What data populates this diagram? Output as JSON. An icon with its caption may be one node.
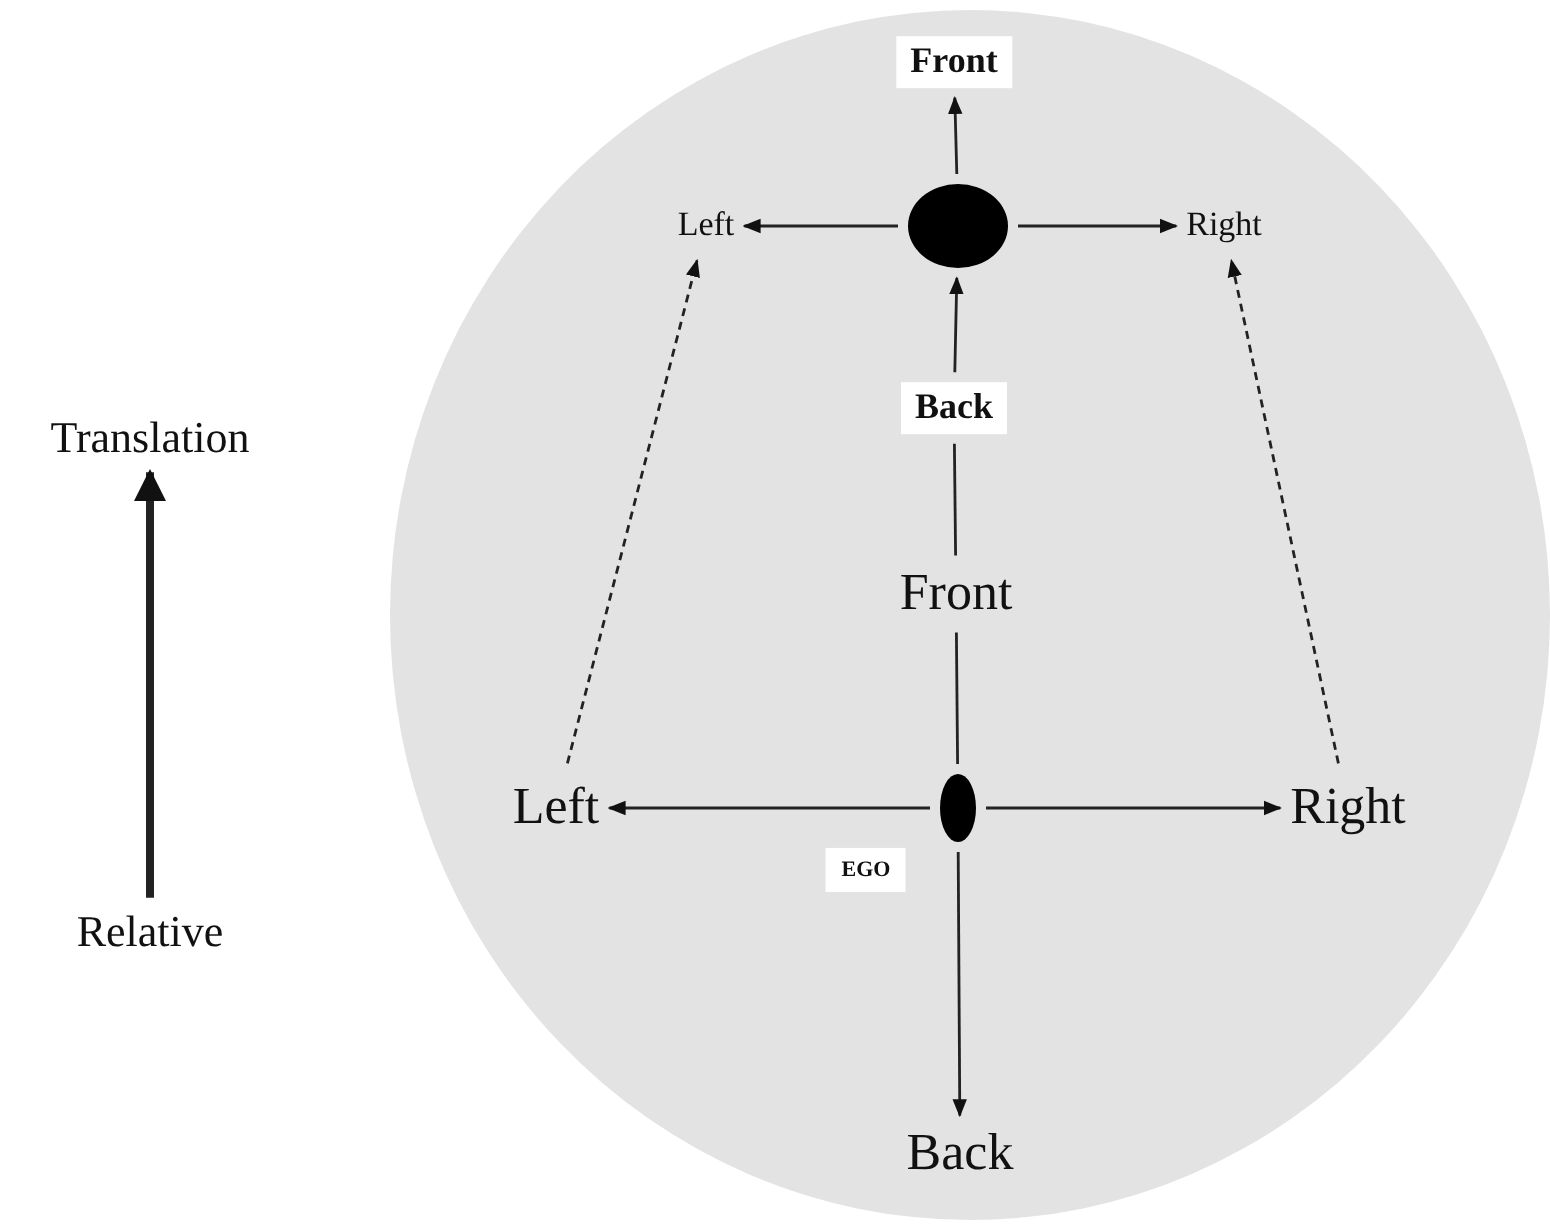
{
  "diagram": {
    "nodes": [
      {
        "text": [],
        "shape": "circle"
      },
      {
        "text": [],
        "shape": "circle",
        "beside": [
          "EGO"
        ],
        "in": 0
      },
      {
        "text": [
          "Front"
        ],
        "in": 0
      },
      {
        "text": [
          "Left"
        ],
        "in": 0
      },
      {
        "text": [
          "Right"
        ],
        "in": 0
      },
      {
        "text": [
          "Back"
        ],
        "in": 0
      },
      {
        "text": [
          "Back"
        ],
        "in": 0
      },
      {
        "text": [],
        "shape": "circle",
        "in": 0
      },
      {
        "text": [
          "Front"
        ],
        "in": 0
      },
      {
        "text": [
          "Left"
        ],
        "in": 0
      },
      {
        "text": [
          "Right"
        ],
        "in": 0
      },
      {
        "text": [
          "Translation"
        ]
      },
      {
        "text": [
          "Relative"
        ]
      }
    ],
    "edges": [
      {
        "from": 1,
        "to": 3,
        "arrow": "to"
      },
      {
        "from": 1,
        "to": 4,
        "arrow": "to"
      },
      {
        "from": 1,
        "to": 5,
        "arrow": "to"
      },
      {
        "from": 1,
        "to": 2,
        "arrow": "none"
      },
      {
        "from": 2,
        "to": 6,
        "arrow": "none"
      },
      {
        "from": 6,
        "to": 7,
        "arrow": "to"
      },
      {
        "from": 7,
        "to": 8,
        "arrow": "to"
      },
      {
        "from": 7,
        "to": 9,
        "arrow": "to"
      },
      {
        "from": 7,
        "to": 10,
        "arrow": "to"
      },
      {
        "from": 3,
        "to": 9,
        "arrow": "to",
        "style": "dashed"
      },
      {
        "from": 4,
        "to": 10,
        "arrow": "to",
        "style": "dashed"
      },
      {
        "from": 12,
        "to": 11,
        "arrow": "to",
        "style": "thick"
      }
    ]
  }
}
